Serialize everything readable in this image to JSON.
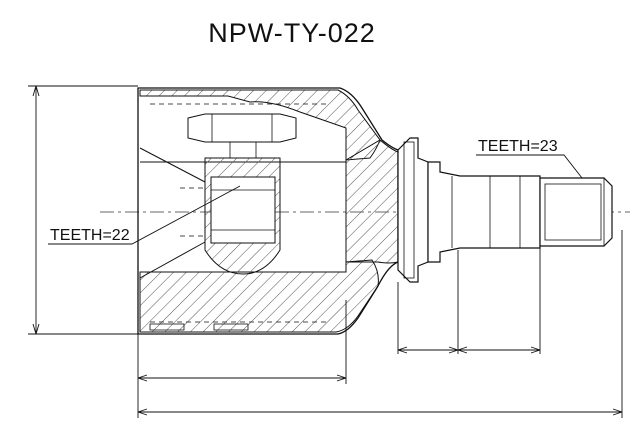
{
  "part_number": "NPW-TY-022",
  "labels": {
    "teeth_left": "TEETH=22",
    "teeth_right": "TEETH=23"
  }
}
